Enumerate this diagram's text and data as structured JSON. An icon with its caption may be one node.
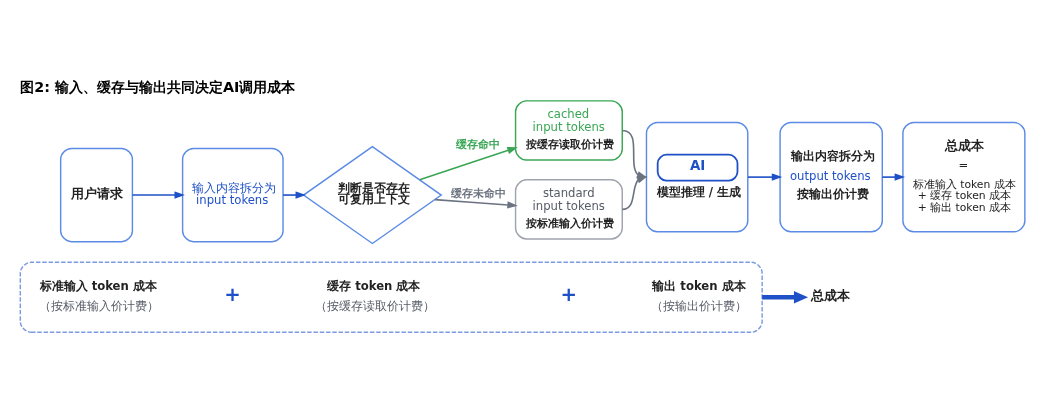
{
  "diagram": {
    "title": "图2: 输入、缓存与输出共同决定AI调用成本",
    "nodes": [
      {
        "text": [
          "用户请求"
        ]
      },
      {
        "text": [
          "输入内容拆分为 input tokens"
        ]
      },
      {
        "text": [
          "判断是否存在可复用上下文"
        ]
      },
      {
        "text": [
          "cached input tokens",
          "按缓存读取价计费"
        ]
      },
      {
        "text": [
          "standard input tokens",
          "按标准输入价计费"
        ]
      },
      {
        "text": [
          "AI",
          "模型推理 / 生成"
        ]
      },
      {
        "text": [
          "输出内容拆分为",
          "output tokens",
          "按输出价计费"
        ]
      },
      {
        "text": [
          "总成本",
          "=",
          "标准输入 token 成本 + 缓存 token 成本 + 输出 token 成本"
        ]
      },
      {
        "text": [],
        "shape": "box"
      },
      {
        "text": [
          "标准输入 token 成本",
          "（按标准输入价计费）"
        ],
        "in": 8
      },
      {
        "text": [
          "缓存 token 成本",
          "（按缓存读取价计费）"
        ],
        "in": 8
      },
      {
        "text": [
          "输出 token 成本",
          "（按输出价计费）"
        ],
        "in": 8
      },
      {
        "text": [
          "总成本"
        ]
      }
    ],
    "edges": [
      {
        "from": 0,
        "to": 1,
        "arrow": "to"
      },
      {
        "from": 1,
        "to": 2,
        "arrow": "to"
      },
      {
        "from": 2,
        "to": 3,
        "arrow": "to",
        "label": "缓存命中",
        "color": "#3aa655"
      },
      {
        "from": 2,
        "to": 4,
        "arrow": "to",
        "label": "缓存未命中",
        "color": "#6b7280"
      },
      {
        "from": 3,
        "to": 5,
        "arrow": "to",
        "color": "#6b7280"
      },
      {
        "from": 4,
        "to": 5,
        "arrow": "to",
        "color": "#6b7280"
      },
      {
        "from": 5,
        "to": 6,
        "arrow": "to"
      },
      {
        "from": 6,
        "to": 7,
        "arrow": "to"
      },
      {
        "from": 8,
        "to": 12,
        "arrow": "to",
        "style": "thick"
      }
    ],
    "labels": [
      "+",
      "+"
    ]
  }
}
